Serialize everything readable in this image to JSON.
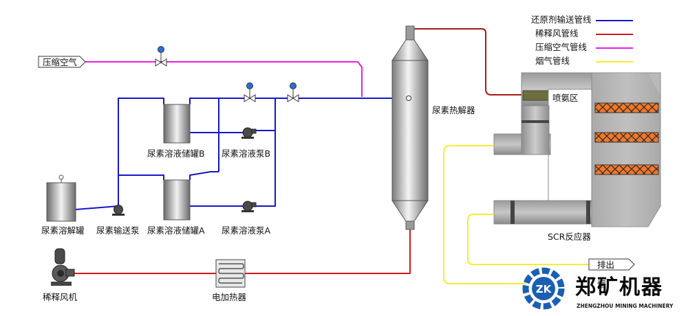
{
  "legend": {
    "items": [
      {
        "label": "还原剂输送管线",
        "color": "#1414c8"
      },
      {
        "label": "稀释风管线",
        "color": "#d01818"
      },
      {
        "label": "压缩空气管线",
        "color": "#ea1ee0"
      },
      {
        "label": "烟气管线",
        "color": "#f4ee2e"
      }
    ]
  },
  "inlet": {
    "label": "压缩空气"
  },
  "outlet": {
    "label": "排出"
  },
  "equipment": {
    "dissolve_tank": "尿素溶解罐",
    "transfer_pump": "尿素输送泵",
    "tank_a": "尿素溶液储罐A",
    "tank_b": "尿素溶液储罐B",
    "pump_a": "尿素溶液泵A",
    "pump_b": "尿素溶液泵B",
    "decomposer": "尿素热解器",
    "fan": "稀释风机",
    "heater": "电加热器",
    "injection_zone": "喷氨区",
    "scr": "SCR反应器"
  },
  "brand": {
    "name_cn": "郑矿机器",
    "name_en": "ZHENGZHOU MINING MACHINERY",
    "logo_text": "ZK",
    "partial_text": "烟"
  }
}
